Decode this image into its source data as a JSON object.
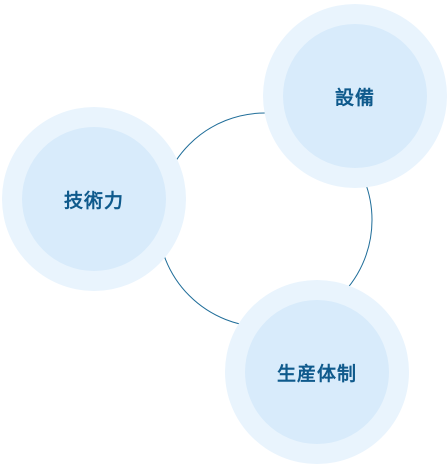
{
  "diagram": {
    "nodes": [
      {
        "id": "equipment",
        "label": "設備"
      },
      {
        "id": "skill",
        "label": "技術力"
      },
      {
        "id": "production",
        "label": "生産体制"
      }
    ],
    "colors": {
      "ring_line": "#1f6d99",
      "node_outer": "#e9f4fd",
      "node_inner": "#d8ebfb",
      "label": "#0f5a8c"
    }
  }
}
